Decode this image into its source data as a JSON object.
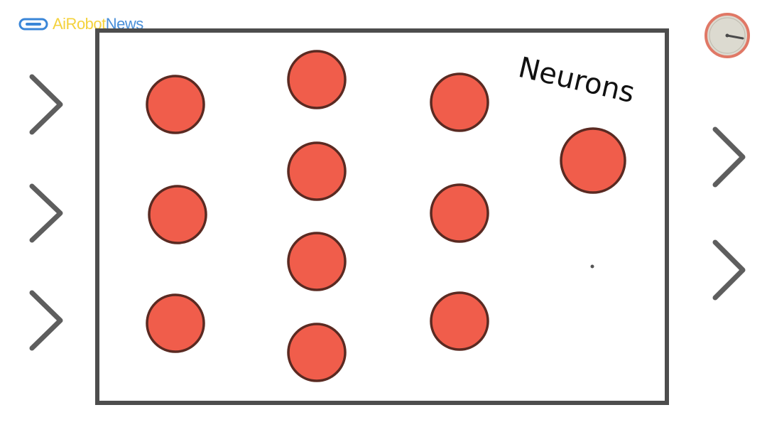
{
  "logo": {
    "part1": "AiRobot",
    "part2": "News",
    "icon": "link-chain-icon"
  },
  "title": "Neurons",
  "colors": {
    "neuron_fill": "#f05d4b",
    "neuron_stroke": "#5a2a22",
    "frame_stroke": "#4d4d4d",
    "chevron_stroke": "#5e5e5e",
    "timer_ring": "#e07866",
    "timer_face": "#dcdad0"
  },
  "layers": [
    {
      "name": "layer-1",
      "neurons": 3
    },
    {
      "name": "layer-2",
      "neurons": 4
    },
    {
      "name": "layer-3",
      "neurons": 3
    },
    {
      "name": "layer-4",
      "neurons": 1
    }
  ],
  "inputs": {
    "count": 3,
    "icon": "chevron-right-icon"
  },
  "outputs": {
    "count": 2,
    "icon": "chevron-right-icon"
  },
  "timer": {
    "icon": "timer-icon"
  }
}
